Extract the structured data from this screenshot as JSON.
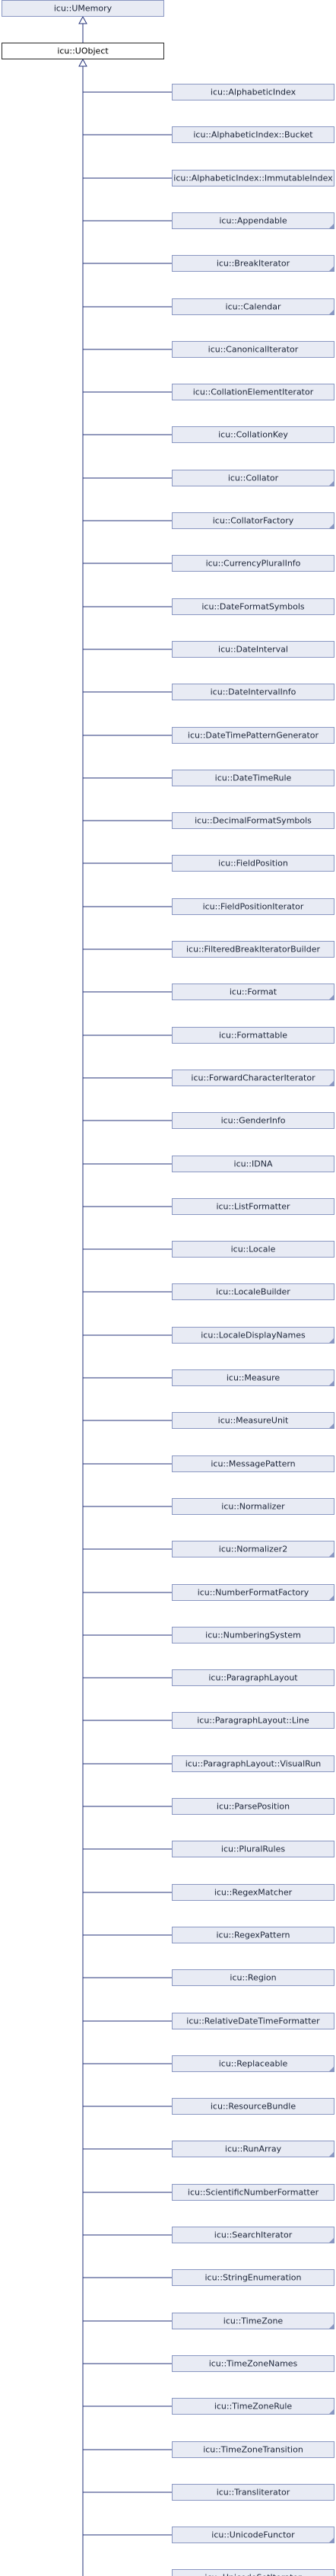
{
  "diagram": {
    "base": {
      "label": "icu::UMemory",
      "folded": false
    },
    "focus": {
      "label": "icu::UObject",
      "folded": false
    },
    "children": [
      {
        "label": "icu::AlphabeticIndex",
        "folded": false
      },
      {
        "label": "icu::AlphabeticIndex::Bucket",
        "folded": false
      },
      {
        "label": "icu::AlphabeticIndex::ImmutableIndex",
        "folded": false
      },
      {
        "label": "icu::Appendable",
        "folded": true
      },
      {
        "label": "icu::BreakIterator",
        "folded": true
      },
      {
        "label": "icu::Calendar",
        "folded": true
      },
      {
        "label": "icu::CanonicalIterator",
        "folded": false
      },
      {
        "label": "icu::CollationElementIterator",
        "folded": false
      },
      {
        "label": "icu::CollationKey",
        "folded": false
      },
      {
        "label": "icu::Collator",
        "folded": true
      },
      {
        "label": "icu::CollatorFactory",
        "folded": true
      },
      {
        "label": "icu::CurrencyPluralInfo",
        "folded": false
      },
      {
        "label": "icu::DateFormatSymbols",
        "folded": false
      },
      {
        "label": "icu::DateInterval",
        "folded": false
      },
      {
        "label": "icu::DateIntervalInfo",
        "folded": false
      },
      {
        "label": "icu::DateTimePatternGenerator",
        "folded": false
      },
      {
        "label": "icu::DateTimeRule",
        "folded": false
      },
      {
        "label": "icu::DecimalFormatSymbols",
        "folded": false
      },
      {
        "label": "icu::FieldPosition",
        "folded": false
      },
      {
        "label": "icu::FieldPositionIterator",
        "folded": false
      },
      {
        "label": "icu::FilteredBreakIteratorBuilder",
        "folded": false
      },
      {
        "label": "icu::Format",
        "folded": true
      },
      {
        "label": "icu::Formattable",
        "folded": false
      },
      {
        "label": "icu::ForwardCharacterIterator",
        "folded": true
      },
      {
        "label": "icu::GenderInfo",
        "folded": false
      },
      {
        "label": "icu::IDNA",
        "folded": false
      },
      {
        "label": "icu::ListFormatter",
        "folded": false
      },
      {
        "label": "icu::Locale",
        "folded": false
      },
      {
        "label": "icu::LocaleBuilder",
        "folded": false
      },
      {
        "label": "icu::LocaleDisplayNames",
        "folded": true
      },
      {
        "label": "icu::Measure",
        "folded": true
      },
      {
        "label": "icu::MeasureUnit",
        "folded": true
      },
      {
        "label": "icu::MessagePattern",
        "folded": false
      },
      {
        "label": "icu::Normalizer",
        "folded": false
      },
      {
        "label": "icu::Normalizer2",
        "folded": true
      },
      {
        "label": "icu::NumberFormatFactory",
        "folded": true
      },
      {
        "label": "icu::NumberingSystem",
        "folded": false
      },
      {
        "label": "icu::ParagraphLayout",
        "folded": false
      },
      {
        "label": "icu::ParagraphLayout::Line",
        "folded": false
      },
      {
        "label": "icu::ParagraphLayout::VisualRun",
        "folded": false
      },
      {
        "label": "icu::ParsePosition",
        "folded": false
      },
      {
        "label": "icu::PluralRules",
        "folded": false
      },
      {
        "label": "icu::RegexMatcher",
        "folded": false
      },
      {
        "label": "icu::RegexPattern",
        "folded": false
      },
      {
        "label": "icu::Region",
        "folded": false
      },
      {
        "label": "icu::RelativeDateTimeFormatter",
        "folded": false
      },
      {
        "label": "icu::Replaceable",
        "folded": true
      },
      {
        "label": "icu::ResourceBundle",
        "folded": false
      },
      {
        "label": "icu::RunArray",
        "folded": true
      },
      {
        "label": "icu::ScientificNumberFormatter",
        "folded": false
      },
      {
        "label": "icu::SearchIterator",
        "folded": true
      },
      {
        "label": "icu::StringEnumeration",
        "folded": false
      },
      {
        "label": "icu::TimeZone",
        "folded": true
      },
      {
        "label": "icu::TimeZoneNames",
        "folded": false
      },
      {
        "label": "icu::TimeZoneRule",
        "folded": true
      },
      {
        "label": "icu::TimeZoneTransition",
        "folded": false
      },
      {
        "label": "icu::Transliterator",
        "folded": false
      },
      {
        "label": "icu::UnicodeFunctor",
        "folded": true
      },
      {
        "label": "icu::UnicodeSetIterator",
        "folded": false
      }
    ]
  }
}
